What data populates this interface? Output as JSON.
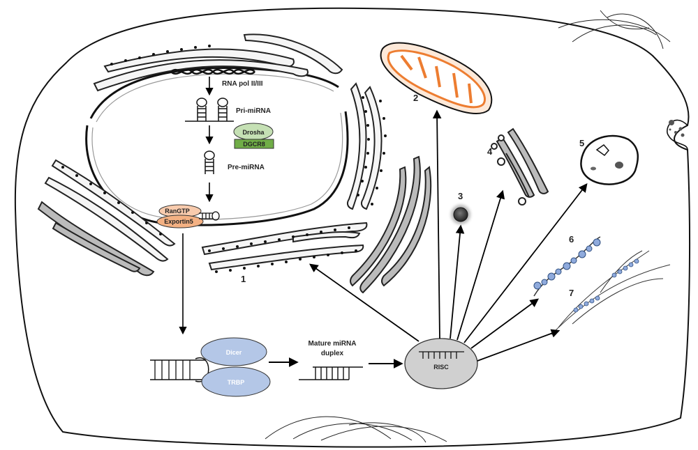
{
  "labels": {
    "rna_pol": "RNA pol II/III",
    "pri_mirna": "Pri-miRNA",
    "drosha": "Drosha",
    "dgcr8": "DGCR8",
    "pre_mirna": "Pre-miRNA",
    "rangtp": "RanGTP",
    "exportin5": "Exportin5",
    "dicer": "Dicer",
    "trbp": "TRBP",
    "mature_line1": "Mature miRNA",
    "mature_line2": "duplex",
    "risc": "RISC"
  },
  "numbers": [
    "1",
    "2",
    "3",
    "4",
    "5",
    "6",
    "7"
  ],
  "colors": {
    "drosha": "#c5e0b4",
    "dgcr8": "#70ad47",
    "rangtp": "#f8cbad",
    "exportin5": "#f4b183",
    "dicer": "#b4c7e7",
    "trbp": "#b4c7e7",
    "risc": "#d0d0d0",
    "mitochondria": "#ed7d31",
    "lysosome": "#333333",
    "ribosome": "#8faadc"
  },
  "icons": [
    "dna-helix-icon",
    "hairpin-icon",
    "mitochondrion-icon",
    "golgi-icon",
    "lysosome-icon",
    "endosome-icon",
    "polysome-icon",
    "cytoskeleton-icon"
  ]
}
